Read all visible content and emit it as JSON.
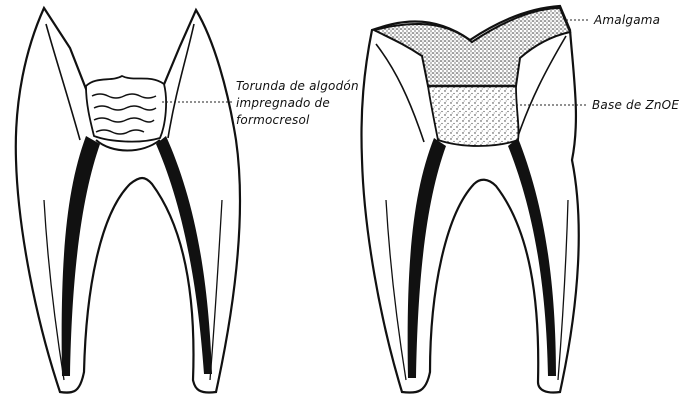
{
  "left_tooth": {
    "label_lines": [
      "Torunda de algodón",
      "impregnado de",
      "formocresol"
    ]
  },
  "right_tooth": {
    "amalgam_label": "Amalgama",
    "base_label": "Base de ZnOE"
  }
}
